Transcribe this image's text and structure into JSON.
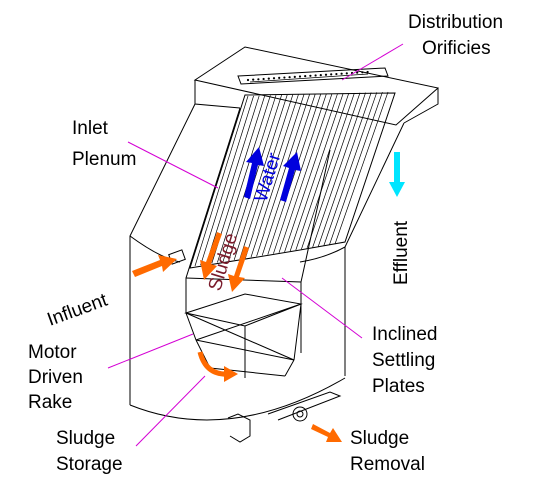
{
  "labels": {
    "distribution_orificies_1": "Distribution",
    "distribution_orificies_2": "Orificies",
    "inlet_plenum_1": "Inlet",
    "inlet_plenum_2": "Plenum",
    "effluent": "Effluent",
    "water": "Water",
    "sludge_inner": "Sludge",
    "influent": "Influent",
    "motor_1": "Motor",
    "motor_2": "Driven",
    "motor_3": "Rake",
    "inclined_1": "Inclined",
    "inclined_2": "Settling",
    "inclined_3": "Plates",
    "storage_1": "Sludge",
    "storage_2": "Storage",
    "removal_1": "Sludge",
    "removal_2": "Removal"
  },
  "colors": {
    "water_arrow": "#0000dd",
    "sludge_arrow": "#ff6a00",
    "effluent_arrow": "#00e5ff",
    "influent_arrow": "#ff6a00",
    "removal_arrow": "#ff6a00",
    "leader_line": "#d400d4",
    "water_text": "#0000dd",
    "sludge_text": "#7a1a2a"
  }
}
